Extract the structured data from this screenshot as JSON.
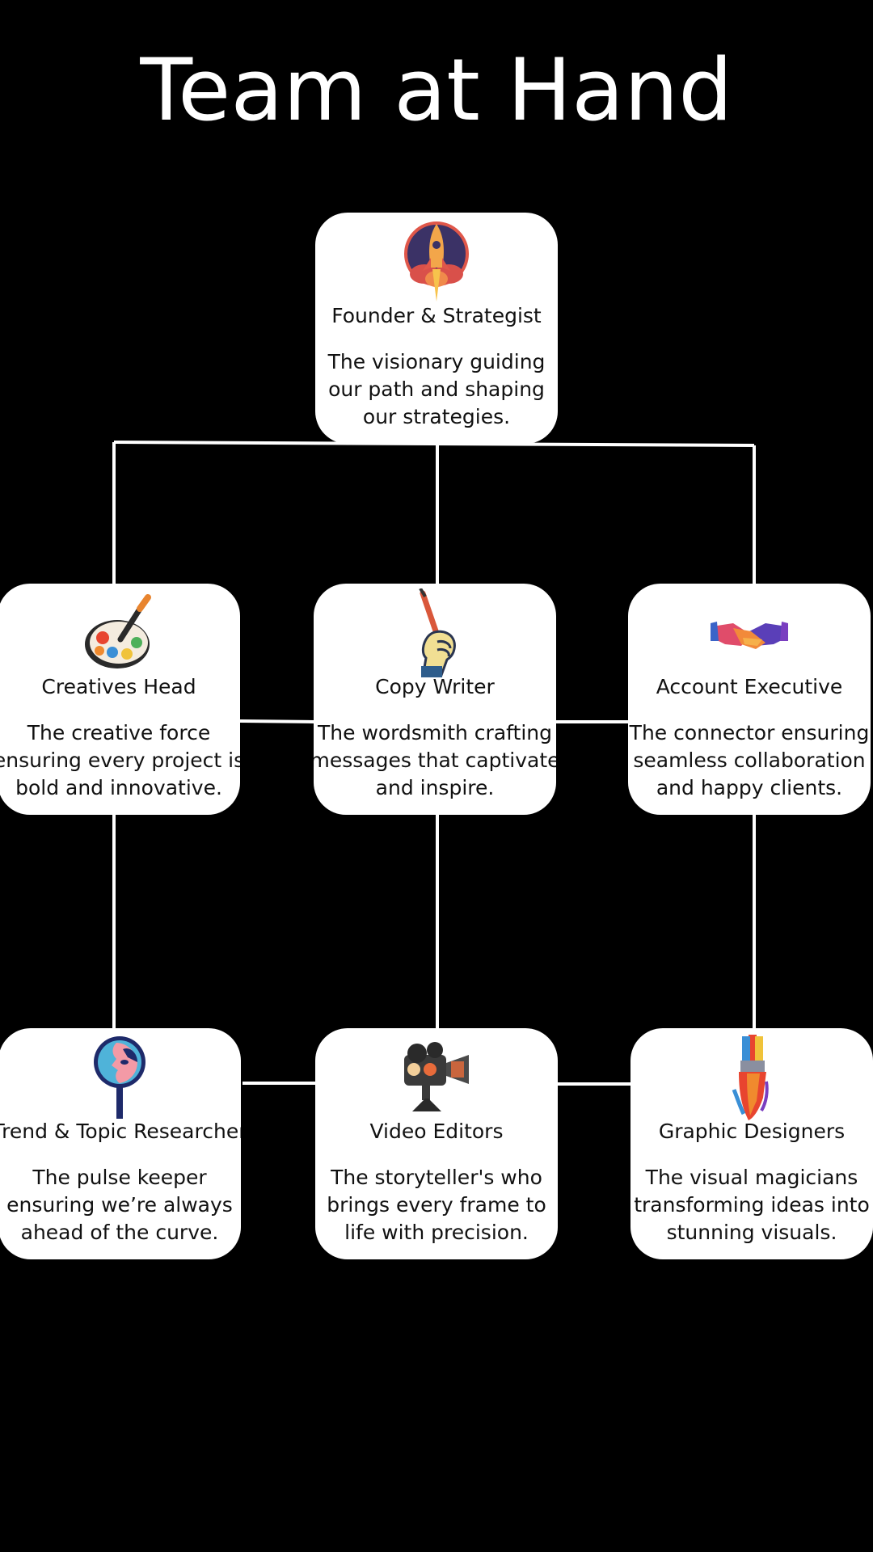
{
  "title": "Team at Hand",
  "colors": {
    "background": "#000000",
    "card": "#ffffff",
    "line": "#ffffff",
    "text": "#111111"
  },
  "members": [
    {
      "id": "founder",
      "role": "Founder & Strategist",
      "description": "The visionary guiding our path and shaping our strategies.",
      "icon": "rocket-icon"
    },
    {
      "id": "creatives-head",
      "role": "Creatives Head",
      "description": "The creative force ensuring every project is bold and innovative.",
      "icon": "paint-palette-icon"
    },
    {
      "id": "copy-writer",
      "role": "Copy Writer",
      "description": "The wordsmith crafting messages that captivate and inspire.",
      "icon": "hand-pencil-icon"
    },
    {
      "id": "account-executive",
      "role": "Account Executive",
      "description": "The connector ensuring seamless collaboration and happy clients.",
      "icon": "handshake-icon"
    },
    {
      "id": "researcher",
      "role": "Trend & Topic Researcher",
      "description": "The pulse keeper ensuring we’re always ahead of the curve.",
      "icon": "magnifier-face-icon"
    },
    {
      "id": "video-editors",
      "role": "Video Editors",
      "description": "The storyteller's who brings every frame to life with precision.",
      "icon": "film-camera-icon"
    },
    {
      "id": "graphic-designers",
      "role": "Graphic Designers",
      "description": "The visual magicians transforming ideas into stunning visuals.",
      "icon": "paintbrush-icon"
    }
  ]
}
